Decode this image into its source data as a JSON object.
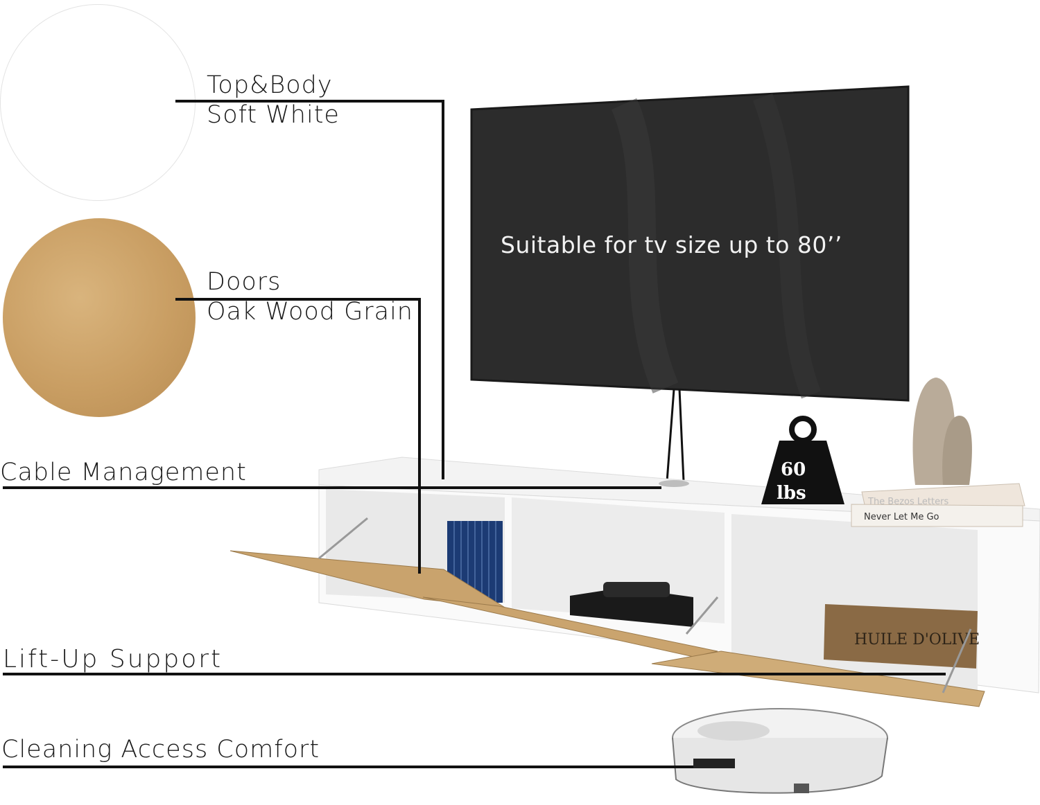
{
  "features": {
    "top_body": {
      "line1": "Top&Body",
      "line2": "Soft White"
    },
    "doors": {
      "line1": "Doors",
      "line2": "Oak Wood Grain"
    },
    "cable": "Cable Management",
    "lift": "Lift-Up Support",
    "cleaning": "Cleaning Access Comfort"
  },
  "tv": {
    "caption": "Suitable for tv size up to 80’’"
  },
  "weight": {
    "value": "60",
    "unit": "lbs"
  },
  "books": {
    "top": "The Bezos Letters",
    "bottom": "Never Let Me Go"
  },
  "crate": {
    "text": "HUILE D'OLIVE"
  },
  "colors": {
    "white_swatch": "#ffffff",
    "oak": "#c9a36d",
    "tv_screen": "#2b2b2b",
    "line": "#111111"
  }
}
